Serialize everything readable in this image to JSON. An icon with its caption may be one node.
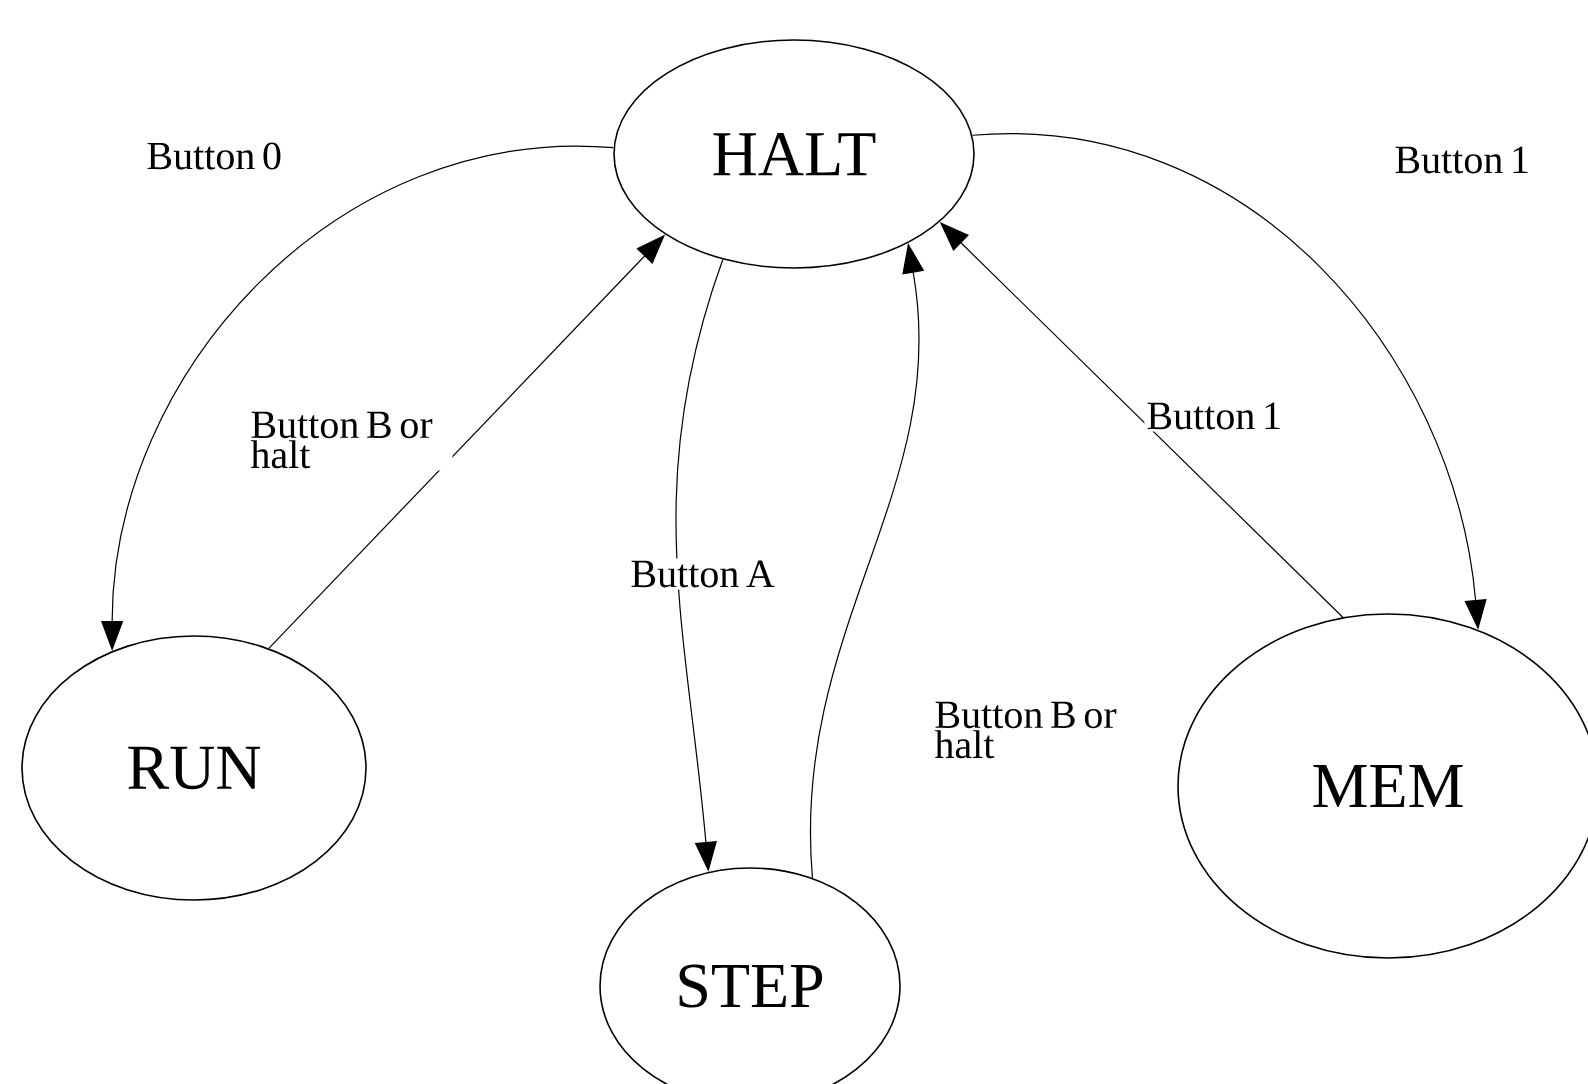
{
  "diagram": {
    "nodes": [
      {
        "text": [
          "HALT"
        ]
      },
      {
        "text": [
          "RUN"
        ]
      },
      {
        "text": [
          "STEP"
        ]
      },
      {
        "text": [
          "MEM"
        ]
      }
    ],
    "edges": [
      {
        "from": 0,
        "to": 1,
        "arrow": "to",
        "label": "Button 0"
      },
      {
        "from": 1,
        "to": 0,
        "arrow": "to",
        "label": "Button B or halt"
      },
      {
        "from": 0,
        "to": 2,
        "arrow": "to",
        "label": "Button A"
      },
      {
        "from": 2,
        "to": 0,
        "arrow": "to",
        "label": "Button B or halt"
      },
      {
        "from": 0,
        "to": 3,
        "arrow": "to",
        "label": "Button 1"
      },
      {
        "from": 3,
        "to": 0,
        "arrow": "to",
        "label": "Button 1"
      }
    ]
  }
}
